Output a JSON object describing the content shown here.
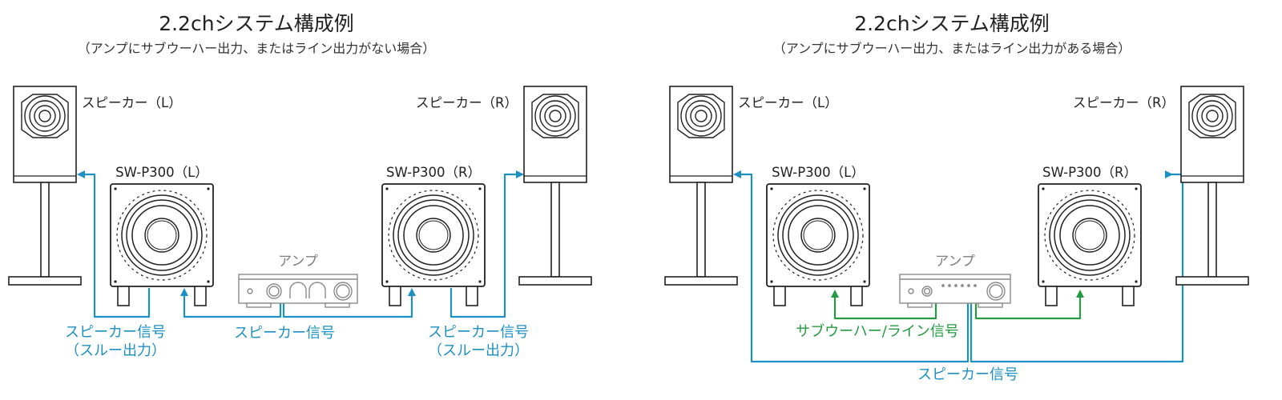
{
  "colors": {
    "signal_blue": "#1c8fc3",
    "signal_green": "#269a43",
    "line": "#222222",
    "amp_gray": "#8a8a8a"
  },
  "icons": [
    "speaker-icon",
    "subwoofer-icon",
    "amplifier-icon",
    "speaker-stand-icon"
  ],
  "left": {
    "title": "2.2chシステム構成例",
    "subtitle": "（アンプにサブウーハー出力、またはライン出力がない場合）",
    "speaker_l": "スピーカー（L）",
    "speaker_r": "スピーカー（R）",
    "sub_l": "SW-P300（L）",
    "sub_r": "SW-P300（R）",
    "amp": "アンプ",
    "sig_left_1": "スピーカー信号",
    "sig_left_2": "（スルー出力）",
    "sig_center": "スピーカー信号",
    "sig_right_1": "スピーカー信号",
    "sig_right_2": "（スルー出力）"
  },
  "right": {
    "title": "2.2chシステム構成例",
    "subtitle": "（アンプにサブウーハー出力、またはライン出力がある場合）",
    "speaker_l": "スピーカー（L）",
    "speaker_r": "スピーカー（R）",
    "sub_l": "SW-P300（L）",
    "sub_r": "SW-P300（R）",
    "amp": "アンプ",
    "sig_line": "サブウーハー/ライン信号",
    "sig_speaker": "スピーカー信号"
  }
}
